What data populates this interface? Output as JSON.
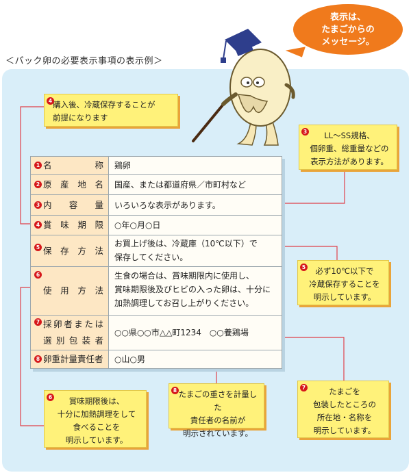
{
  "title": "＜パック卵の必要表示事項の表示例＞",
  "bubble": {
    "lines": [
      "表示は、",
      "たまごからの",
      "メッセージ。"
    ]
  },
  "table": {
    "rows": [
      {
        "num": "1",
        "label": "名称",
        "value": [
          "鶏卵"
        ]
      },
      {
        "num": "2",
        "label": "原産地名",
        "value": [
          "国産、または都道府県／市町村など"
        ]
      },
      {
        "num": "3",
        "label": "内容量",
        "value": [
          "いろいろな表示があります。"
        ]
      },
      {
        "num": "4",
        "label": "賞味期限",
        "value": [
          "○年○月○日"
        ]
      },
      {
        "num": "5",
        "label": "保存方法",
        "value": [
          "お買上げ後は、冷蔵庫（10℃以下）で",
          "保存してください。"
        ]
      },
      {
        "num": "6",
        "label": "使用方法",
        "value": [
          "生食の場合は、賞味期限内に使用し、",
          "賞味期限後及びヒビの入った卵は、十分に",
          "加熱調理してお召し上がりください。"
        ]
      },
      {
        "num": "7",
        "label": [
          "採卵者または",
          "選別包装者"
        ],
        "value": [
          "○○県○○市△△町1234　○○養鶏場"
        ]
      },
      {
        "num": "8",
        "label": "卵重計量責任者",
        "value": [
          "○山○男"
        ]
      }
    ]
  },
  "notes": {
    "n4": {
      "num": "4",
      "lines": [
        "購入後、冷蔵保存することが",
        "前提になります"
      ]
    },
    "n3": {
      "num": "3",
      "lines": [
        "LL～SS規格、",
        "個卵重、総重量などの",
        "表示方法があります。"
      ]
    },
    "n5": {
      "num": "5",
      "lines": [
        "必ず10℃以下で",
        "冷蔵保存することを",
        "明示しています。"
      ]
    },
    "n6": {
      "num": "6",
      "lines": [
        "賞味期限後は、",
        "十分に加熱調理をして",
        "食べることを",
        "明示しています。"
      ]
    },
    "n8": {
      "num": "8",
      "lines": [
        "たまごの重さを計量した",
        "責任者の名前が",
        "明示されています。"
      ]
    },
    "n7": {
      "num": "7",
      "lines": [
        "たまごを",
        "包装したところの",
        "所在地・名称を",
        "明示しています。"
      ]
    }
  },
  "colors": {
    "marker": "#d6181b",
    "note_bg": "#fff27a",
    "label_bg": "#fde7c4",
    "panel_bg": "#d9eef9",
    "bubble": "#f07a1c"
  },
  "icons": {
    "mascot": "egg-professor-mascot-icon"
  }
}
